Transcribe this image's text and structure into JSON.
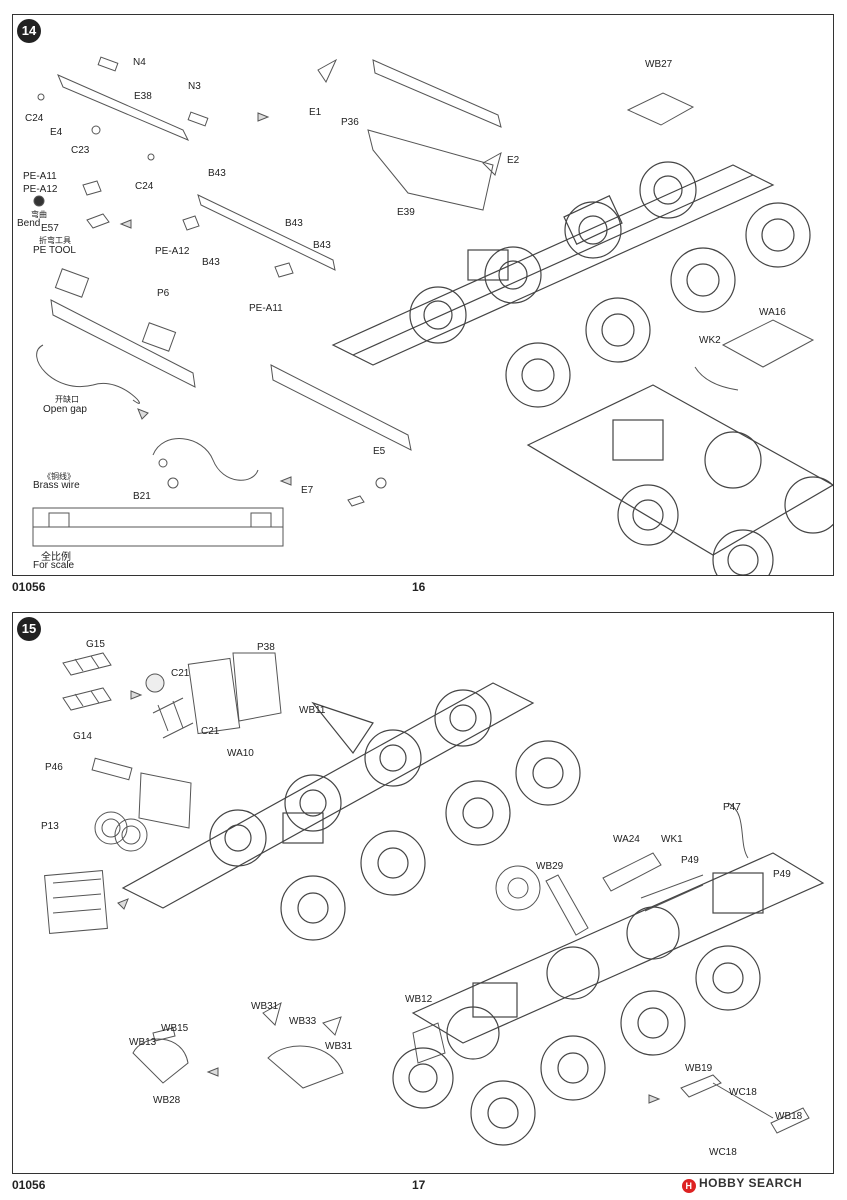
{
  "step14": {
    "number": "14",
    "labels": {
      "N4": "N4",
      "N3": "N3",
      "E38": "E38",
      "C24a": "C24",
      "E4": "E4",
      "C23": "C23",
      "C24b": "C24",
      "PE_A11a": "PE-A11",
      "PE_A12a": "PE-A12",
      "bend_cn": "弯曲",
      "bend_en": "Bend",
      "E57": "E57",
      "petool_cn": "折弯工具",
      "petool_en": "PE TOOL",
      "B43a": "B43",
      "B43b": "B43",
      "B43c": "B43",
      "B43d": "B43",
      "PE_A12b": "PE-A12",
      "PE_A11b": "PE-A11",
      "E1": "E1",
      "P36": "P36",
      "E2": "E2",
      "E39": "E39",
      "WB27": "WB27",
      "P6": "P6",
      "opengap_cn": "开缺口",
      "opengap_en": "Open gap",
      "brass_cn": "《铜线》",
      "brass_en": "Brass wire",
      "B21": "B21",
      "scale_cn": "全比例",
      "scale_en": "For scale",
      "E5": "E5",
      "E7": "E7",
      "WA16": "WA16",
      "WK2": "WK2"
    }
  },
  "step15": {
    "number": "15",
    "labels": {
      "G15": "G15",
      "G14": "G14",
      "C21a": "C21",
      "C21b": "C21",
      "P38": "P38",
      "WA10": "WA10",
      "WB11": "WB11",
      "P46": "P46",
      "P13": "P13",
      "P47": "P47",
      "WA24": "WA24",
      "WK1": "WK1",
      "P49a": "P49",
      "P49b": "P49",
      "WB29": "WB29",
      "WB12": "WB12",
      "WB15": "WB15",
      "WB13": "WB13",
      "WB28": "WB28",
      "WB31a": "WB31",
      "WB33": "WB33",
      "WB31b": "WB31",
      "WB19": "WB19",
      "WC18a": "WC18",
      "WB18": "WB18",
      "WC18b": "WC18"
    }
  },
  "footer": {
    "code_top": "01056",
    "page_top": "16",
    "code_bottom": "01056",
    "page_bottom": "17"
  },
  "watermark": {
    "mark": "H",
    "text": "HOBBY SEARCH"
  }
}
